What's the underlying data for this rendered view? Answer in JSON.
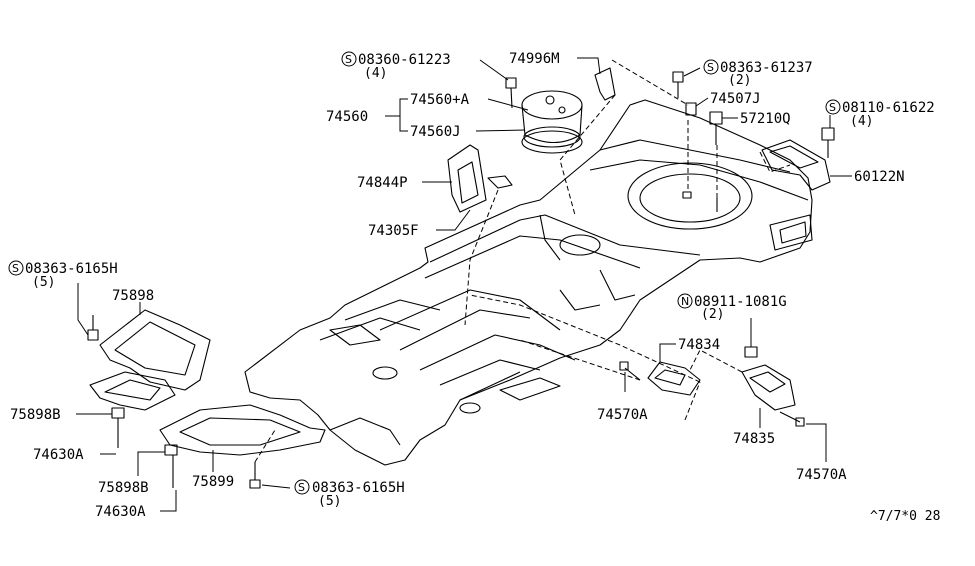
{
  "labels": {
    "p74560": "74560",
    "p74560A": "74560+A",
    "p74560J": "74560J",
    "p74996M": "74996M",
    "s08360": "08360-61223",
    "s08360_qty": "(4)",
    "s08363_61237": "08363-61237",
    "s08363_61237_qty": "(2)",
    "p74507J": "74507J",
    "p57210Q": "57210Q",
    "s08110": "08110-61622",
    "s08110_qty": "(4)",
    "p60122N": "60122N",
    "p74844P": "74844P",
    "p74305F": "74305F",
    "s08363_6165H_a": "08363-6165H",
    "s08363_6165H_a_qty": "(5)",
    "p75898": "75898",
    "n08911": "08911-1081G",
    "n08911_qty": "(2)",
    "p74834": "74834",
    "p74570A_a": "74570A",
    "p75898B_a": "75898B",
    "p74630A_a": "74630A",
    "p74835": "74835",
    "p74570A_b": "74570A",
    "p75898B_b": "75898B",
    "p75899": "75899",
    "s08363_6165H_b": "08363-6165H",
    "s08363_6165H_b_qty": "(5)",
    "p74630A_b": "74630A",
    "diagram_code": "^7/7*0 28"
  },
  "symbols": {
    "screw": "S",
    "nut": "N"
  }
}
